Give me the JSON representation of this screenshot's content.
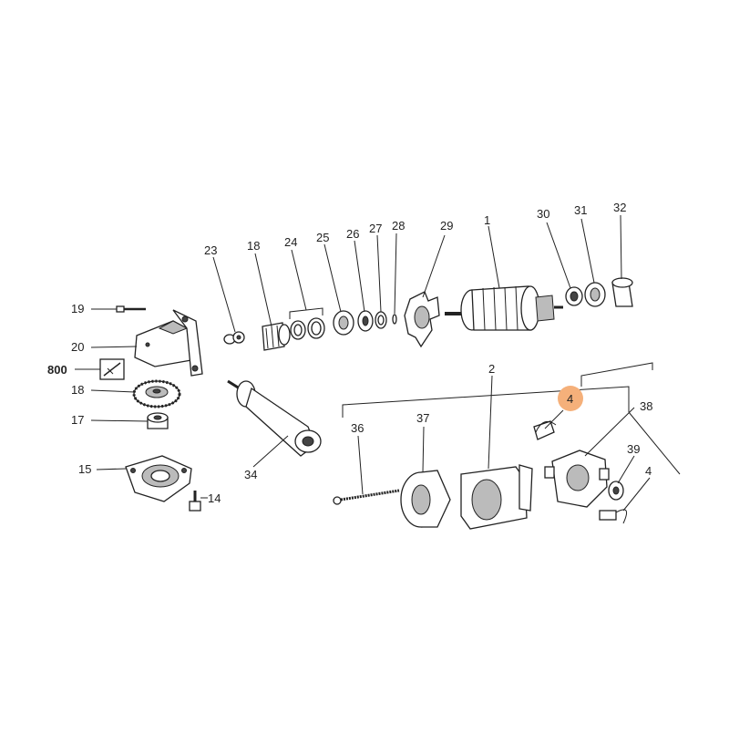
{
  "colors": {
    "highlight": "#f5b07a",
    "line": "#222222"
  },
  "labels": {
    "p19": "19",
    "p20": "20",
    "p800": "800",
    "p18a": "18",
    "p17": "17",
    "p15": "15",
    "p14": "14",
    "p23": "23",
    "p18b": "18",
    "p24": "24",
    "p25": "25",
    "p26": "26",
    "p27": "27",
    "p28": "28",
    "p29": "29",
    "p1": "1",
    "p30": "30",
    "p31": "31",
    "p32": "32",
    "p34": "34",
    "p2": "2",
    "p36": "36",
    "p37": "37",
    "p4a": "4",
    "p38": "38",
    "p39": "39",
    "p4b": "4"
  },
  "highlighted": "p4a"
}
